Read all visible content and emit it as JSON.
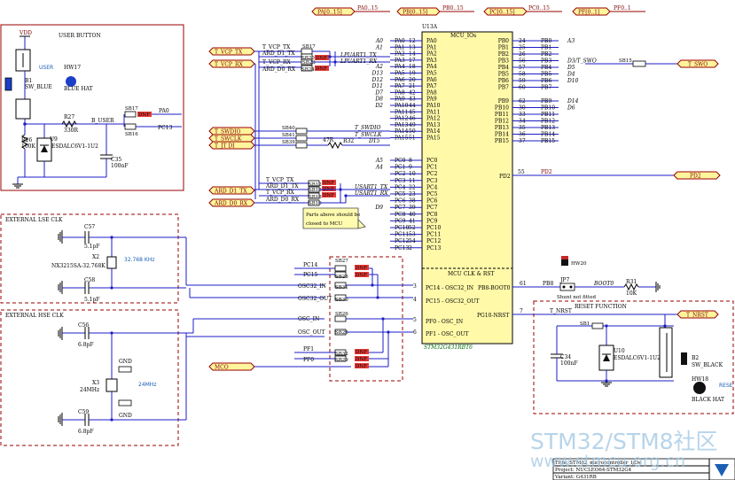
{
  "ports_top": [
    "PA[0..15]",
    "PA0..15",
    "PB[0..15]",
    "PB0..15",
    "PC[0..15]",
    "PC0..15",
    "PF[0..1]",
    "PF0..1"
  ],
  "user_button": {
    "title": "USER BUTTON",
    "vdd": "VDD",
    "user": "USER",
    "b1": "B1",
    "b1_name": "SW_BLUE",
    "hw17": "HW17",
    "blue_hat": "BLUE HAT",
    "r27": "R27",
    "r27_val": "330R",
    "b_user": "B_USER",
    "r26": "R26",
    "r26_val": "100K",
    "u9": "U9",
    "u9_val": "ESDALC6V1-1U2",
    "c35": "C35",
    "c35_val": "100nF",
    "sb17_top": "SB17",
    "sb16": "SB16",
    "dnf": "DNF",
    "pa0": "PA0",
    "pc13": "PC13"
  },
  "left_ports": {
    "t_vcp_tx": "T_VCP_TX",
    "t_vcp_rx": "T_VCP_RX",
    "t_swdio": "T_SWDIO",
    "t_swclk": "T_SWCLK",
    "t_jtdi": "T_JT DI",
    "ard_d1_tx": "ARD_D1_TX",
    "ard_d0_rx": "ARD_D0_RX",
    "mco": "MCO"
  },
  "upper_bridges": {
    "row1_net": "T_VCP_TX",
    "row1_sb": "SB17",
    "row2_net": "ARD_D1_TX",
    "row2_sb": "SB20",
    "row2_dnf": "DNF",
    "row3_net": "T_VCP_RX",
    "row3_sb": "SB23",
    "row4_net": "ARD_D0_RX",
    "row4_sb": "SB24",
    "row4_dnf": "DNF",
    "lpuart_tx": "LPUART1_TX",
    "lpuart_rx": "LPUART1_RX"
  },
  "swd": {
    "sb40": "SB40",
    "sb41": "SB41",
    "sb39": "SB39",
    "r32": "R32",
    "r32_val": "47R",
    "swdio": "T_SWDIO",
    "swclk": "T_SWCLK",
    "d15": "D15"
  },
  "pa_rows": [
    {
      "ard": "A0",
      "pin": "PA0",
      "num": "12",
      "label": "PA0"
    },
    {
      "ard": "A1",
      "pin": "PA1",
      "num": "13",
      "label": "PA1"
    },
    {
      "ard": "",
      "pin": "PA2",
      "num": "14",
      "label": "PA2"
    },
    {
      "ard": "",
      "pin": "PA3",
      "num": "17",
      "label": "PA3"
    },
    {
      "ard": "A2",
      "pin": "PA4",
      "num": "18",
      "label": "PA4"
    },
    {
      "ard": "D13",
      "pin": "PA5",
      "num": "19",
      "label": "PA5"
    },
    {
      "ard": "D12",
      "pin": "PA6",
      "num": "20",
      "label": "PA6"
    },
    {
      "ard": "D11",
      "pin": "PA7",
      "num": "21",
      "label": "PA7"
    },
    {
      "ard": "D7",
      "pin": "PA8",
      "num": "42",
      "label": "PA8"
    },
    {
      "ard": "D8",
      "pin": "PA9",
      "num": "43",
      "label": "PA9"
    },
    {
      "ard": "D2",
      "pin": "PA10",
      "num": "44",
      "label": "PA10"
    },
    {
      "ard": "",
      "pin": "PA11",
      "num": "45",
      "label": "PA11"
    },
    {
      "ard": "",
      "pin": "PA12",
      "num": "46",
      "label": "PA12"
    },
    {
      "ard": "",
      "pin": "PA13",
      "num": "49",
      "label": "PA13"
    },
    {
      "ard": "",
      "pin": "PA14",
      "num": "50",
      "label": "PA14"
    },
    {
      "ard": "",
      "pin": "PA15",
      "num": "51",
      "label": "PA15"
    }
  ],
  "pb_rows": [
    {
      "pin": "PB0",
      "num": "24",
      "label": "PB0",
      "ard": "A3"
    },
    {
      "pin": "PB1",
      "num": "25",
      "label": "PB1",
      "ard": ""
    },
    {
      "pin": "PB2",
      "num": "26",
      "label": "PB2",
      "ard": ""
    },
    {
      "pin": "PB3",
      "num": "56",
      "label": "PB3",
      "ard": "D3/T_SWO"
    },
    {
      "pin": "PB4",
      "num": "57",
      "label": "PB4",
      "ard": "D5"
    },
    {
      "pin": "PB5",
      "num": "58",
      "label": "PB5",
      "ard": "D4"
    },
    {
      "pin": "PB6",
      "num": "59",
      "label": "PB6",
      "ard": "D10"
    },
    {
      "pin": "PB7",
      "num": "60",
      "label": "PB7",
      "ard": ""
    },
    {
      "pin": "PB9",
      "num": "62",
      "label": "PB9",
      "ard": "D14"
    },
    {
      "pin": "PB10",
      "num": "30",
      "label": "PB10",
      "ard": "D6"
    },
    {
      "pin": "PB11",
      "num": "33",
      "label": "PB11",
      "ard": ""
    },
    {
      "pin": "PB12",
      "num": "34",
      "label": "PB12",
      "ard": ""
    },
    {
      "pin": "PB13",
      "num": "35",
      "label": "PB13",
      "ard": ""
    },
    {
      "pin": "PB14",
      "num": "36",
      "label": "PB14",
      "ard": ""
    },
    {
      "pin": "PB15",
      "num": "37",
      "label": "PB15",
      "ard": ""
    }
  ],
  "pc_rows": [
    {
      "ard": "A5",
      "pin": "PC0",
      "num": "8",
      "label": "PC0"
    },
    {
      "ard": "A4",
      "pin": "PC1",
      "num": "9",
      "label": "PC1"
    },
    {
      "ard": "",
      "pin": "PC2",
      "num": "10",
      "label": "PC2"
    },
    {
      "ard": "",
      "pin": "PC3",
      "num": "11",
      "label": "PC3"
    },
    {
      "ard": "",
      "pin": "PC4",
      "num": "22",
      "label": "PC4"
    },
    {
      "ard": "",
      "pin": "PC5",
      "num": "23",
      "label": "PC5"
    },
    {
      "ard": "",
      "pin": "PC6",
      "num": "38",
      "label": "PC6"
    },
    {
      "ard": "D9",
      "pin": "PC7",
      "num": "39",
      "label": "PC7"
    },
    {
      "ard": "",
      "pin": "PC8",
      "num": "40",
      "label": "PC8"
    },
    {
      "ard": "",
      "pin": "PC9",
      "num": "41",
      "label": "PC9"
    },
    {
      "ard": "",
      "pin": "PC10",
      "num": "52",
      "label": "PC10"
    },
    {
      "ard": "",
      "pin": "PC11",
      "num": "53",
      "label": "PC11"
    },
    {
      "ard": "",
      "pin": "PC12",
      "num": "54",
      "label": "PC12"
    },
    {
      "ard": "",
      "pin": "PC13",
      "num": "2",
      "label": "PC13"
    }
  ],
  "mcu": {
    "ref": "U13A",
    "title": "MCU_IOs",
    "clk_title": "MCU CLK & RST",
    "part": "STM32G431RBT6",
    "pd2": "PD2",
    "pd2_num": "55",
    "pd2_label": "PD2",
    "pc14": "PC14 - OSC32_IN",
    "pc14_num": "3",
    "pc15": "PC15 - OSC32_OUT",
    "pc15_num": "4",
    "pf0": "PF0 - OSC_IN",
    "pf0_num": "5",
    "pf1": "PF1 - OSC_OUT",
    "pf1_num": "6",
    "boot": "PB8-BOOT0",
    "boot_num": "61",
    "boot_label": "PB8",
    "nrst": "PG10-NRST",
    "nrst_num": "7",
    "nrst_label": "T_NRST"
  },
  "lower_bridges": {
    "r1_net": "T_VCP_TX",
    "r1_sb": "SB12",
    "r1_dnf": "DNF",
    "r2_net": "ARD_D1_TX",
    "r2_sb": "SB13",
    "r2_dnf": "DNF",
    "r3_net": "T_VCP_RX",
    "r3_sb": "SB18",
    "r3_dnf": "DNF",
    "r4_net": "ARD_D0_RX",
    "r4_sb": "SB19",
    "usart_tx": "USART1_TX",
    "usart_rx": "USART1_RX",
    "note": "Parts above should be closed to MCU"
  },
  "right": {
    "sb15": "SB15",
    "t_swo": "T_SWO",
    "pd2_port": "PD2",
    "hw20": "HW20",
    "jp7": "JP7",
    "shunt": "Shunt not fitted",
    "boot0": "BOOT0",
    "r31": "R31",
    "r31_val": "10K",
    "reset_title": "RESET FUNCTION",
    "t_nrst": "T_NRST",
    "sb1": "SB1",
    "c34": "C34",
    "c34_val": "100nF",
    "u10": "U10",
    "u10_val": "ESDALC6V1-1U2",
    "b2": "B2",
    "sw_black": "SW_BLACK",
    "hw18": "HW18",
    "black_hat": "BLACK HAT",
    "rese": "RESE"
  },
  "lse": {
    "title": "EXTERNAL LSE CLK",
    "c57": "C57",
    "c57_val": "5.1pF",
    "x2": "X2",
    "x2_val": "NX3215SA-32.768K",
    "freq": "32.768 KHz",
    "c58": "C58",
    "c58_val": "5.1pF"
  },
  "hse": {
    "title": "EXTERNAL HSE CLK",
    "c56": "C56",
    "c56_val": "6.8pF",
    "x3": "X3",
    "x3_val": "24MHz",
    "freq": "24MHz",
    "gnd": "GND",
    "c59": "C59",
    "c59_val": "6.8pF"
  },
  "clk_bridges": {
    "pc14": "PC14",
    "pc15": "PC15",
    "osc32_in": "OSC32_IN",
    "osc32_out": "OSC32_OUT",
    "osc_in": "OSC_IN",
    "osc_out": "OSC_OUT",
    "pf1": "PF1",
    "pf0": "PF0",
    "sb27": "SB27",
    "sb28": "SB28",
    "sb31": "SB31",
    "sb30": "SB30",
    "sb26": "SB26",
    "sb25": "SB25",
    "sb32": "SB32",
    "sb29": "SB29",
    "dnf": "DNF"
  },
  "titleblock": {
    "title": "Title: STM32_microcontroller_I/Os",
    "project": "Project: NUCLEO64-STM32G4",
    "variant": "Variant: G431RB"
  },
  "watermark": {
    "line1": "STM32/STM8社区",
    "line2": "www.stmcu.org.cn"
  }
}
